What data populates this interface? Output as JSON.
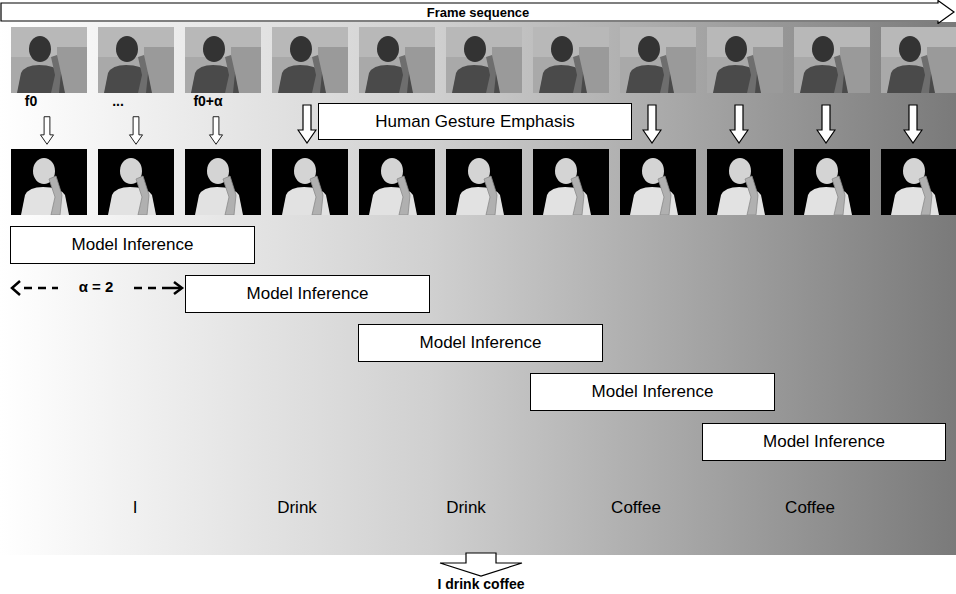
{
  "diagram": {
    "nodes": [
      {
        "text": [
          "Frame sequence"
        ]
      },
      {
        "text": [
          "Human Gesture Emphasis"
        ]
      },
      {
        "text": [
          "Model Inference"
        ]
      },
      {
        "text": [
          "Model Inference"
        ]
      },
      {
        "text": [
          "Model Inference"
        ]
      },
      {
        "text": [
          "Model Inference"
        ]
      },
      {
        "text": [
          "Model Inference"
        ]
      }
    ],
    "labels": [
      "f0",
      "...",
      "f0+α",
      "α = 2",
      "I",
      "Drink",
      "Drink",
      "Coffee",
      "Coffee",
      "I drink coffee"
    ]
  }
}
